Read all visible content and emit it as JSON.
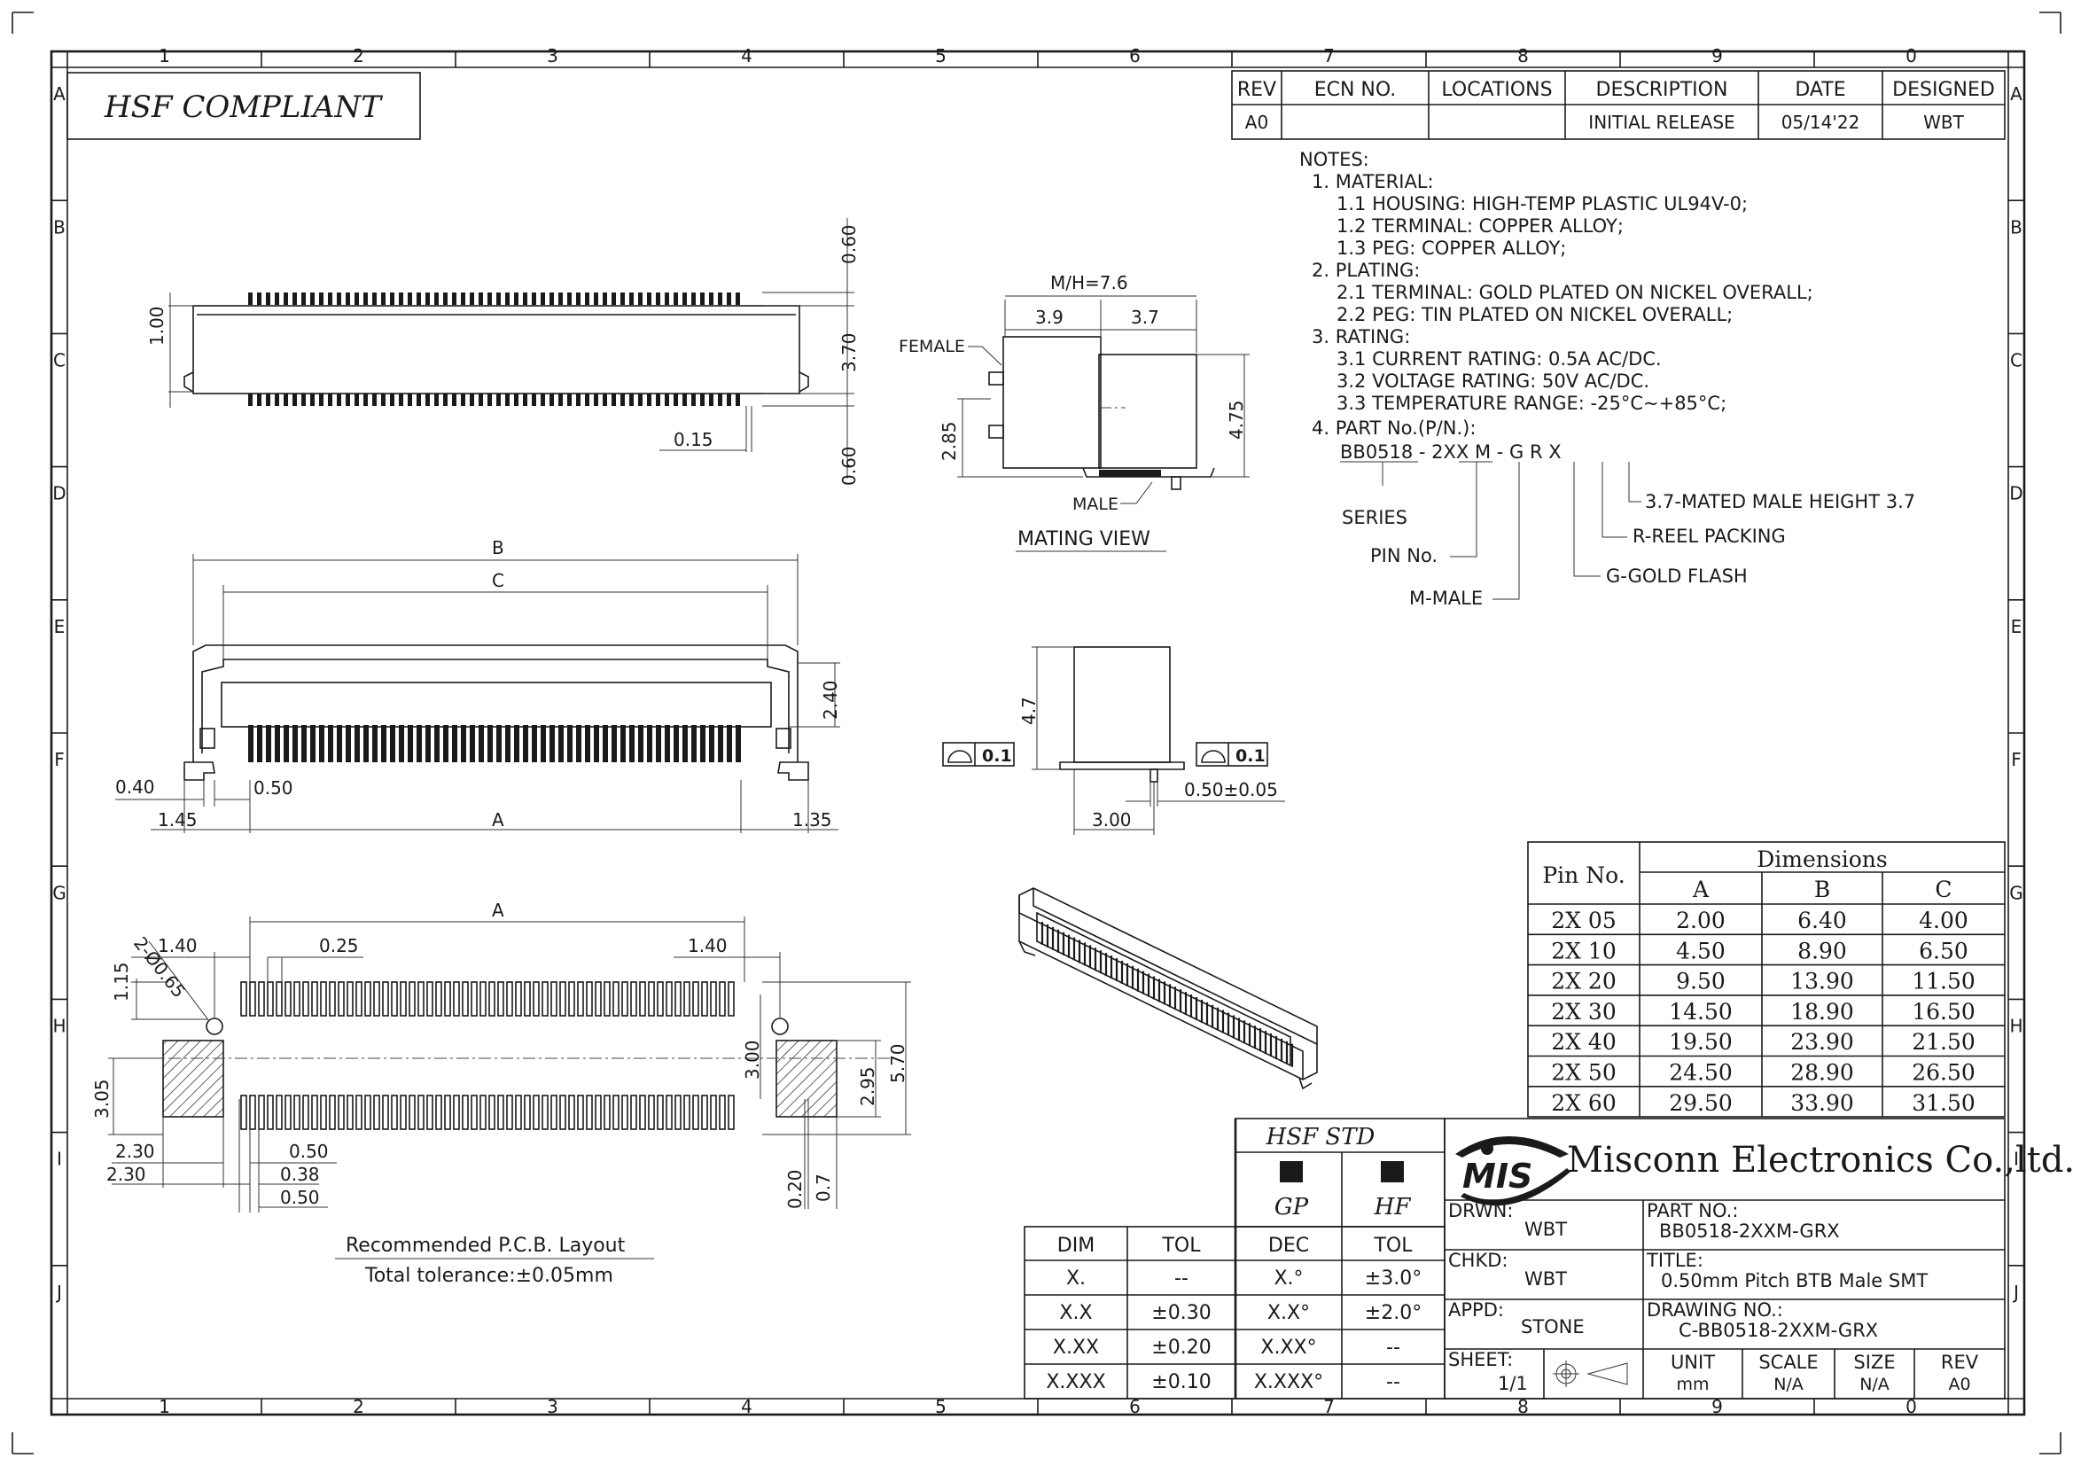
{
  "title_block": {
    "hsf_compliant": "HSF  COMPLIANT",
    "rev_headers": [
      "REV",
      "ECN  NO.",
      "LOCATIONS",
      "DESCRIPTION",
      "DATE",
      "DESIGNED"
    ],
    "rev_row": [
      "A0",
      "",
      "",
      "INITIAL  RELEASE",
      "05/14'22",
      "WBT"
    ]
  },
  "grid": {
    "columns": [
      "1",
      "2",
      "3",
      "4",
      "5",
      "6",
      "7",
      "8",
      "9",
      "0"
    ],
    "rows": [
      "A",
      "B",
      "C",
      "D",
      "E",
      "F",
      "G",
      "H",
      "I",
      "J"
    ]
  },
  "notes": {
    "lines": [
      "NOTES:",
      "1. MATERIAL:",
      "1.1  HOUSING:  HIGH-TEMP  PLASTIC  UL94V-0;",
      "1.2  TERMINAL:  COPPER  ALLOY;",
      "1.3  PEG:  COPPER  ALLOY;",
      "2. PLATING:",
      "2.1  TERMINAL:  GOLD  PLATED  ON  NICKEL  OVERALL;",
      "2.2  PEG:  TIN  PLATED  ON  NICKEL  OVERALL;",
      "3. RATING:",
      "3.1  CURRENT  RATING:  0.5A  AC/DC.",
      "3.2  VOLTAGE  RATING:  50V  AC/DC.",
      "3.3  TEMPERATURE  RANGE:  -25°C~+85°C;",
      "4. PART  No.(P/N.):"
    ],
    "part_number": {
      "code": "BB0518  -  2XX  M  -  G  R  X",
      "series": "SERIES",
      "pin_no": "PIN  No.",
      "m_male": "M-MALE",
      "g_gold": "G-GOLD  FLASH",
      "r_reel": "R-REEL  PACKING",
      "x_height": "3.7-MATED  MALE  HEIGHT  3.7"
    }
  },
  "views": {
    "top": {
      "d060a": "0.60",
      "d100": "1.00",
      "d370": "3.70",
      "d015": "0.15",
      "d060b": "0.60"
    },
    "mating": {
      "mh": "M/H=7.6",
      "d39": "3.9",
      "d37": "3.7",
      "d285": "2.85",
      "d475": "4.75",
      "female": "FEMALE",
      "male": "MALE",
      "caption": "MATING  VIEW"
    },
    "front": {
      "b": "B",
      "c": "C",
      "a": "A",
      "d240": "2.40",
      "d040": "0.40",
      "d050": "0.50",
      "d145": "1.45",
      "d135": "1.35"
    },
    "side": {
      "d47": "4.7",
      "flat1": "0.1",
      "flat2": "0.1",
      "pitch": "0.50±0.05",
      "d300": "3.00"
    },
    "pcb": {
      "a": "A",
      "d140a": "1.40",
      "d025": "0.25",
      "d140b": "1.40",
      "d115": "1.15",
      "d065": "2-Ø0.65",
      "d305": "3.05",
      "d300": "3.00",
      "d295": "2.95",
      "d570": "5.70",
      "d230a": "2.30",
      "d230b": "2.30",
      "d050a": "0.50",
      "d038": "0.38",
      "d050b": "0.50",
      "d020": "0.20",
      "d07": "0.7",
      "caption": "Recommended  P.C.B.  Layout",
      "tolerance": "Total  tolerance:±0.05mm"
    }
  },
  "dimensions_table": {
    "title": "Dimensions",
    "pin_header": "Pin No.",
    "columns": [
      "A",
      "B",
      "C"
    ],
    "rows": [
      [
        "2X 05",
        "2.00",
        "6.40",
        "4.00"
      ],
      [
        "2X 10",
        "4.50",
        "8.90",
        "6.50"
      ],
      [
        "2X 20",
        "9.50",
        "13.90",
        "11.50"
      ],
      [
        "2X 30",
        "14.50",
        "18.90",
        "16.50"
      ],
      [
        "2X 40",
        "19.50",
        "23.90",
        "21.50"
      ],
      [
        "2X 50",
        "24.50",
        "28.90",
        "26.50"
      ],
      [
        "2X 60",
        "29.50",
        "33.90",
        "31.50"
      ]
    ]
  },
  "tolerance_table": {
    "headers": [
      "DIM",
      "TOL",
      "DEC",
      "TOL"
    ],
    "rows": [
      [
        "X.",
        "--",
        "X.°",
        "±3.0°"
      ],
      [
        "X.X",
        "±0.30",
        "X.X°",
        "±2.0°"
      ],
      [
        "X.XX",
        "±0.20",
        "X.XX°",
        "--"
      ],
      [
        "X.XXX",
        "±0.10",
        "X.XXX°",
        "--"
      ]
    ]
  },
  "hsf_std": {
    "title": "HSF  STD",
    "gp": "GP",
    "hf": "HF"
  },
  "company": {
    "logo": "MIS",
    "name": "Misconn Electronics Co.,ltd."
  },
  "info": {
    "drwn_label": "DRWN:",
    "drwn": "WBT",
    "chkd_label": "CHKD:",
    "chkd": "WBT",
    "appd_label": "APPD:",
    "appd": "STONE",
    "sheet_label": "SHEET:",
    "sheet": "1/1",
    "part_label": "PART  NO.:",
    "part": "BB0518-2XXM-GRX",
    "title_label": "TITLE:",
    "title": "0.50mm  Pitch  BTB  Male  SMT",
    "drawing_label": "DRAWING  NO.:",
    "drawing": "C-BB0518-2XXM-GRX",
    "unit_label": "UNIT",
    "unit": "mm",
    "scale_label": "SCALE",
    "scale": "N/A",
    "size_label": "SIZE",
    "size": "N/A",
    "rev_label": "REV",
    "rev": "A0"
  }
}
